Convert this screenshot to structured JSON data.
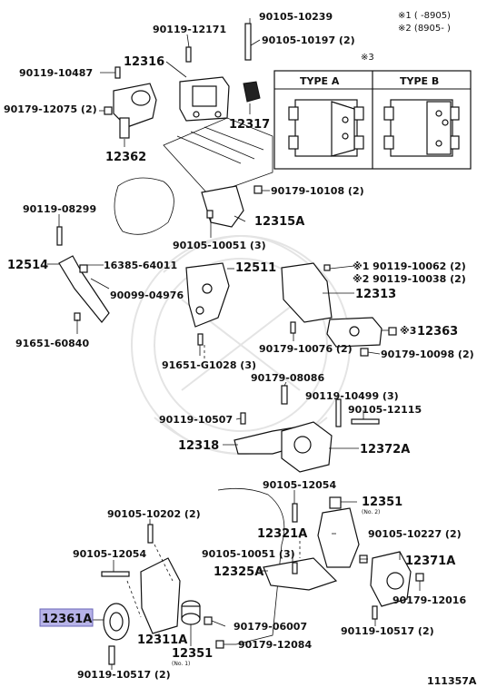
{
  "legend": {
    "note1": "※1 (       -8905)",
    "note2": "※2 (8905-       )"
  },
  "type_box": {
    "ref": "※3",
    "type_a": "TYPE A",
    "type_b": "TYPE B"
  },
  "labels": {
    "p90105_10239": "90105-10239",
    "p90119_12171": "90119-12171",
    "p90105_10197": "90105-10197 (2)",
    "p12316": "12316",
    "p90119_10487": "90119-10487",
    "p90179_12075": "90179-12075 (2)",
    "p12317": "12317",
    "p12362": "12362",
    "p90179_10108": "90179-10108 (2)",
    "p90119_08299": "90119-08299",
    "p12315A": "12315A",
    "p90105_10051_top": "90105-10051 (3)",
    "p12514": "12514",
    "p16385_64011": "16385-64011",
    "p12511": "12511",
    "p90099_04976": "90099-04976",
    "p90119_10062": "※1  90119-10062 (2)",
    "p90119_10038": "※2  90119-10038 (2)",
    "p12313": "12313",
    "p91651_60840": "91651-60840",
    "p12363_ref": "※3",
    "p12363": "12363",
    "p90179_10076": "90179-10076 (2)",
    "p90179_10098": "90179-10098 (2)",
    "p91651_G1028": "91651-G1028 (3)",
    "p90179_08086": "90179-08086",
    "p90119_10499": "90119-10499 (3)",
    "p90119_10507_mid": "90119-10507",
    "p90105_12115": "90105-12115",
    "p12318": "12318",
    "p12372A": "12372A",
    "p90105_12054_top": "90105-12054",
    "p12351_top": "12351",
    "p12351_top_sub": "(No. 2)",
    "p90105_10202": "90105-10202 (2)",
    "p12321A": "12321A",
    "p90105_10227": "90105-10227 (2)",
    "p90105_12054_low": "90105-12054",
    "p90105_10051_low": "90105-10051 (3)",
    "p12371A": "12371A",
    "p12325A": "12325A",
    "p90179_12016": "90179-12016",
    "p12361A": "12361A",
    "p90179_06007": "90179-06007",
    "p12311A": "12311A",
    "p90119_10517_right": "90119-10517 (2)",
    "p12351_low": "12351",
    "p12351_low_sub": "(No. 1)",
    "p90179_12084": "90179-12084",
    "p90119_10517_low": "90119-10517 (2)",
    "figure_id": "111357A"
  },
  "colors": {
    "highlight_fill": "#b7b3e8",
    "line": "#111111",
    "watermark": "#e4e4e4"
  }
}
